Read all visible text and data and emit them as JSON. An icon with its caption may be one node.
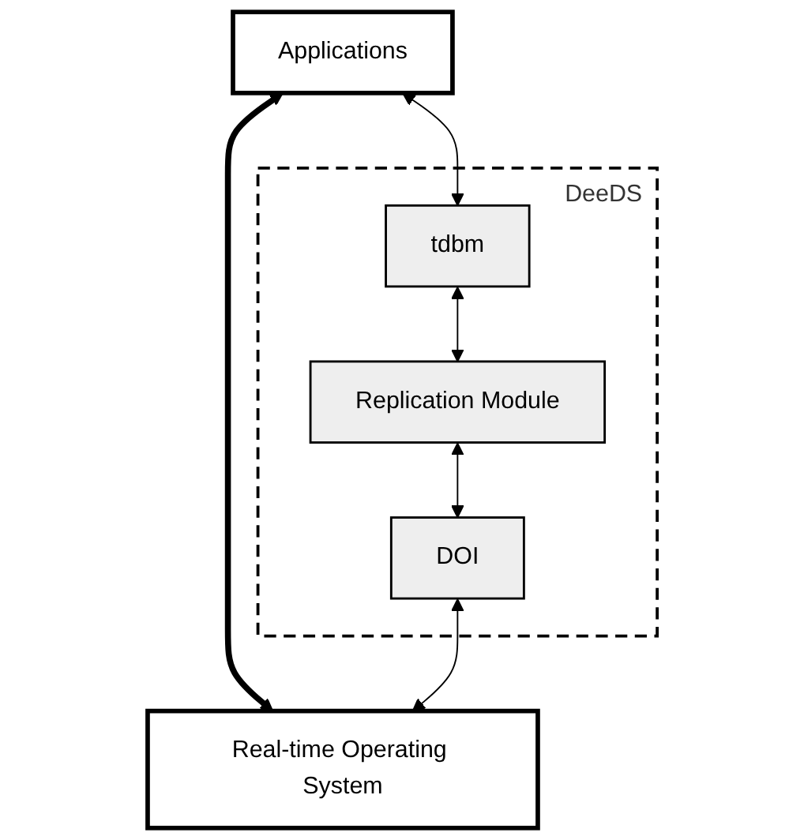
{
  "diagram": {
    "nodes": [
      {
        "text": [
          "Applications"
        ]
      },
      {
        "text": [
          "DeeDS"
        ]
      },
      {
        "text": [
          "tdbm"
        ],
        "in": 1
      },
      {
        "text": [
          "Replication Module"
        ],
        "in": 1
      },
      {
        "text": [
          "DOI"
        ],
        "in": 1
      },
      {
        "text": [
          "Real-time Operating System"
        ]
      }
    ],
    "edges": [
      {
        "from": 0,
        "to": 5,
        "arrow": "both",
        "style": "thick"
      },
      {
        "from": 0,
        "to": 2,
        "arrow": "both"
      },
      {
        "from": 2,
        "to": 3,
        "arrow": "both"
      },
      {
        "from": 3,
        "to": 4,
        "arrow": "both"
      },
      {
        "from": 4,
        "to": 5,
        "arrow": "both"
      }
    ]
  }
}
